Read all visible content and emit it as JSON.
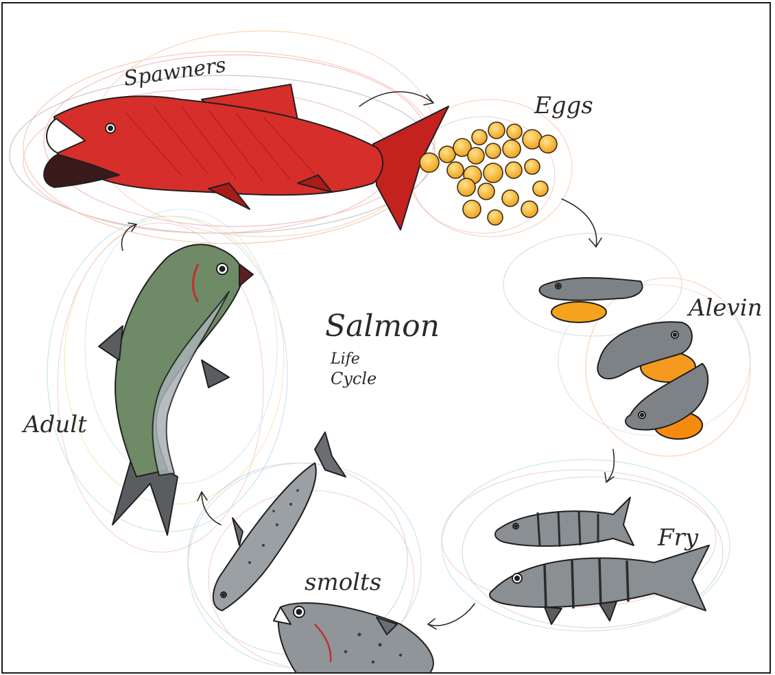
{
  "diagram": {
    "title": "Salmon",
    "subtitle_line1": "Life",
    "subtitle_line2": "Cycle",
    "stages": [
      {
        "id": "spawners",
        "label": "Spawners"
      },
      {
        "id": "eggs",
        "label": "Eggs"
      },
      {
        "id": "alevin",
        "label": "Alevin"
      },
      {
        "id": "fry",
        "label": "Fry"
      },
      {
        "id": "smolts",
        "label": "smolts"
      },
      {
        "id": "adult",
        "label": "Adult"
      }
    ]
  },
  "colors": {
    "spawner_red": "#d62e2a",
    "egg_orange": "#f5b52a",
    "yolk_orange": "#f59a1e",
    "body_gray": "#7d8286",
    "adult_green": "#6e8a66",
    "scribble_orange": "#f0a070",
    "scribble_blue": "#8fc9dc",
    "ink": "#1f1f1f"
  }
}
